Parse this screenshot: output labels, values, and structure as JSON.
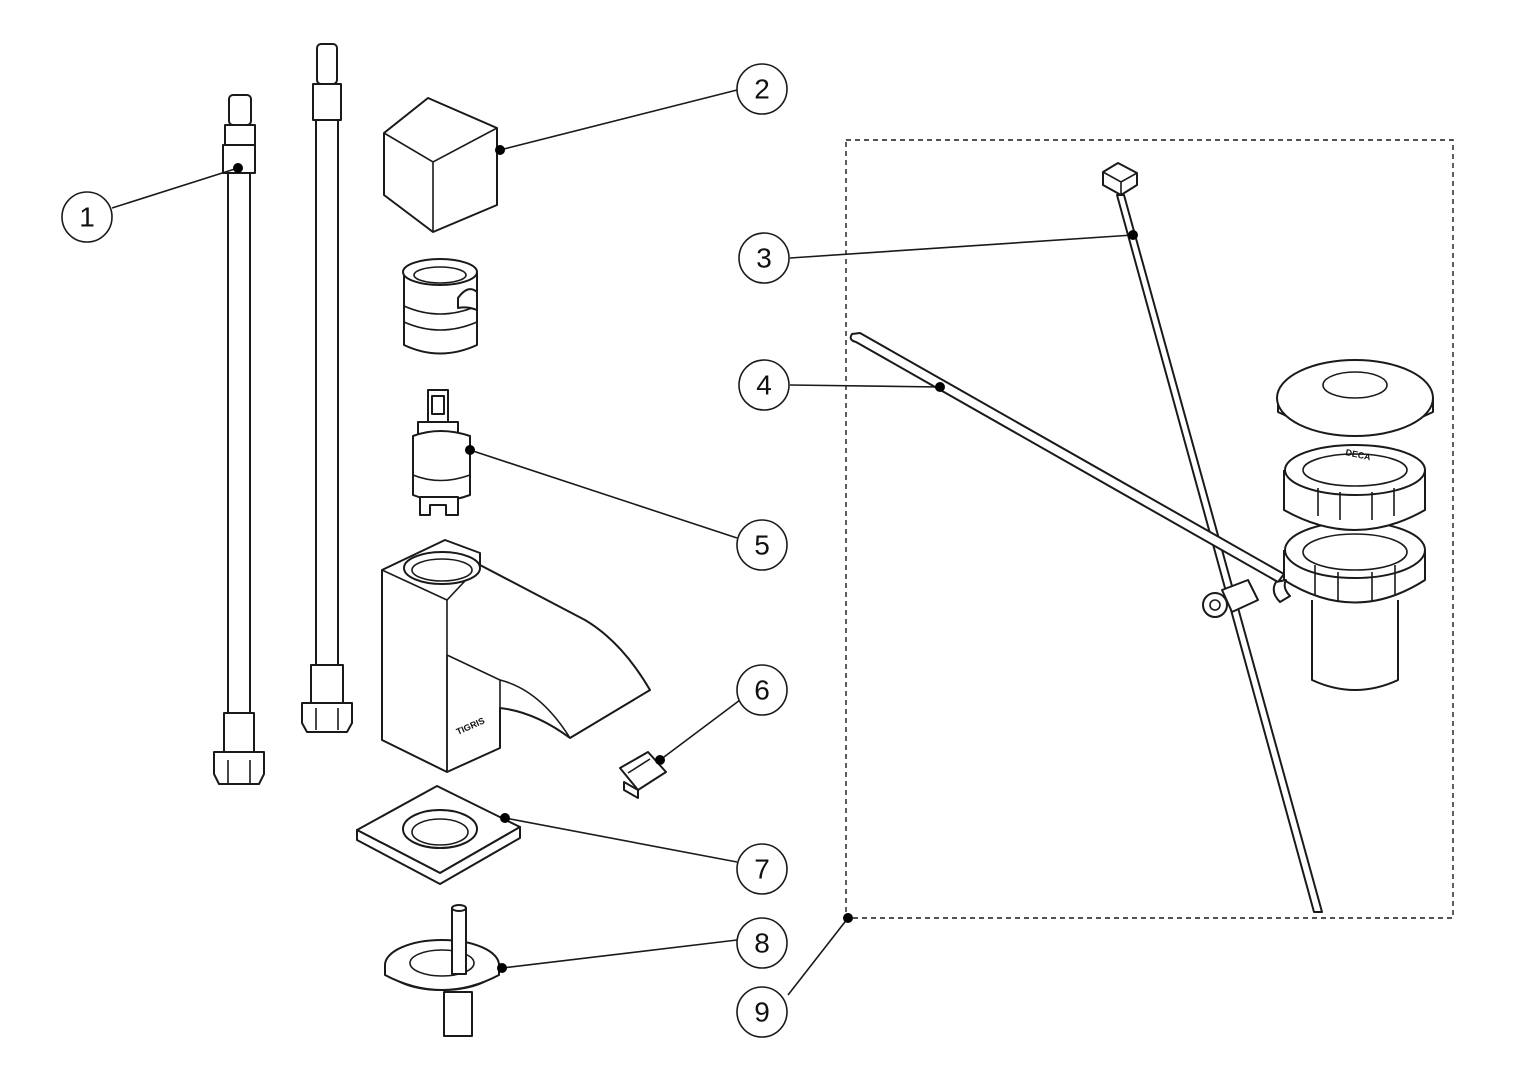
{
  "diagram": {
    "brand_mark": "TIGRIS",
    "drain_mark": "DECA",
    "callouts": [
      {
        "id": "1",
        "label": "1"
      },
      {
        "id": "2",
        "label": "2"
      },
      {
        "id": "3",
        "label": "3"
      },
      {
        "id": "4",
        "label": "4"
      },
      {
        "id": "5",
        "label": "5"
      },
      {
        "id": "6",
        "label": "6"
      },
      {
        "id": "7",
        "label": "7"
      },
      {
        "id": "8",
        "label": "8"
      },
      {
        "id": "9",
        "label": "9"
      }
    ],
    "colors": {
      "line": "#1a1a1a",
      "background": "#ffffff"
    }
  }
}
